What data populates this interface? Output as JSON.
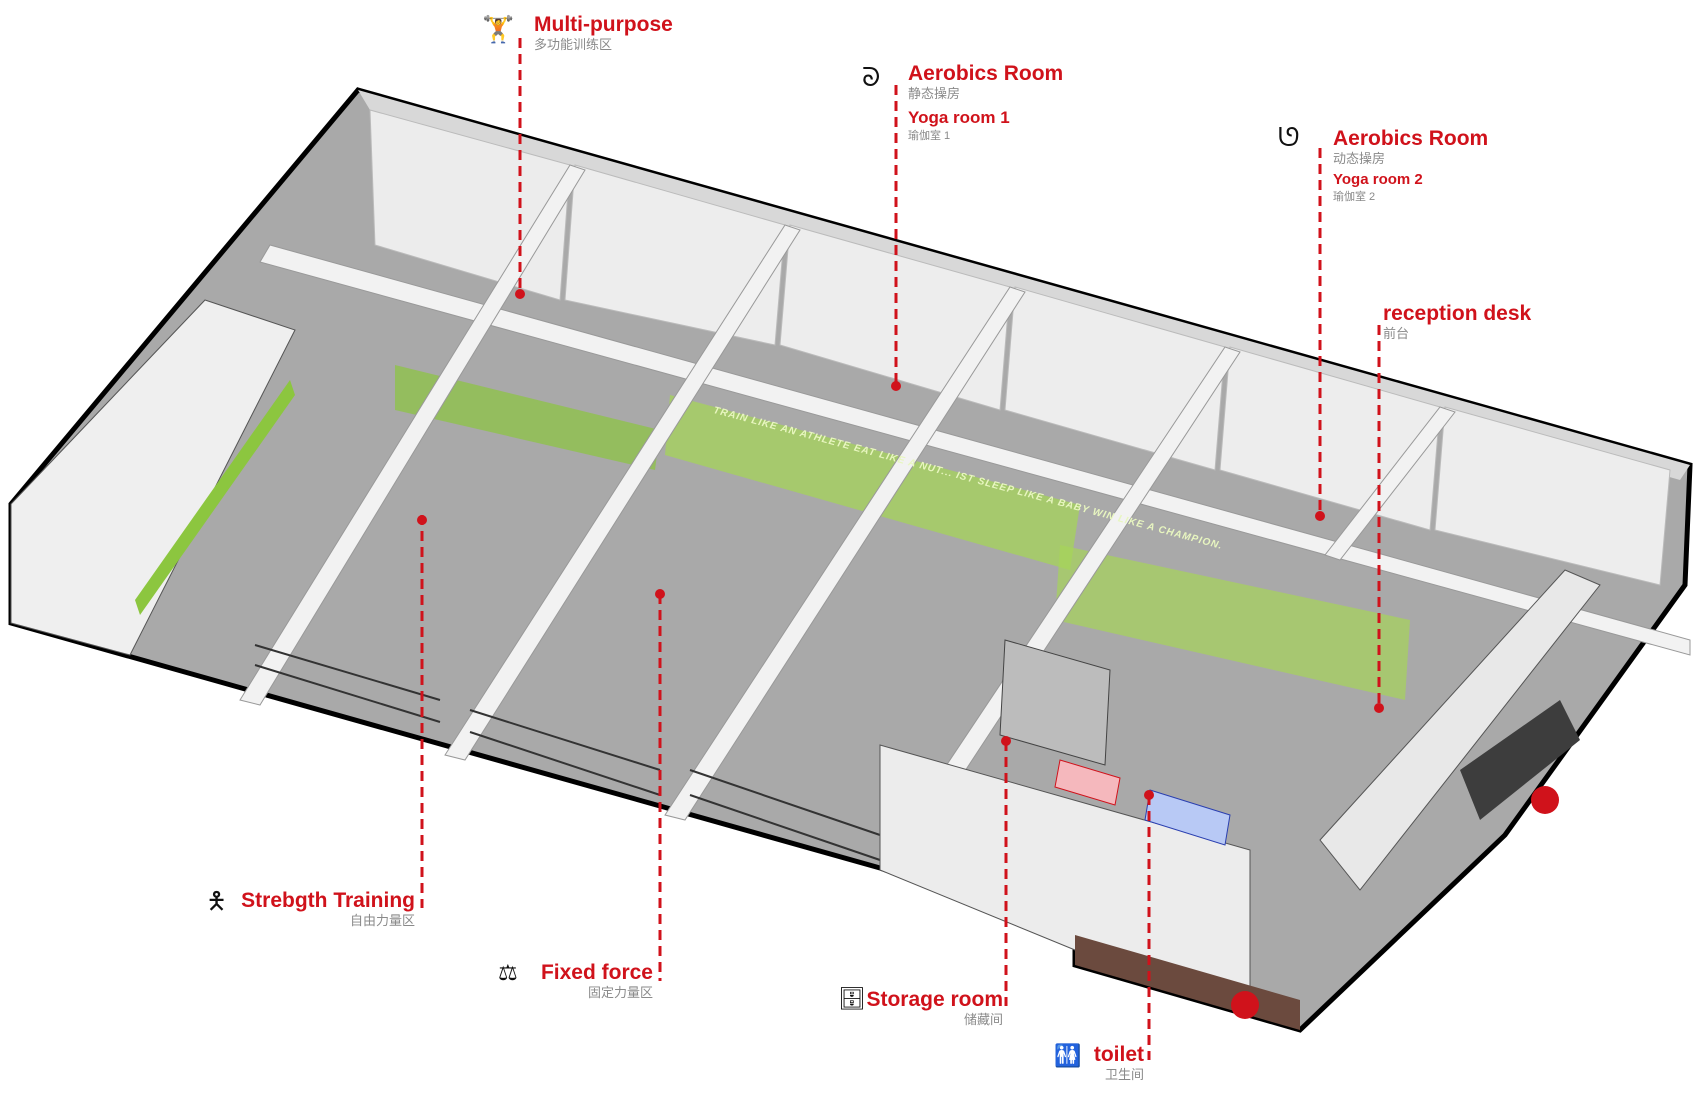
{
  "colors": {
    "accent": "#d0121b",
    "green": "#8cc63f",
    "wall": "#e6e6e6",
    "floor": "#9c9c9c",
    "cn_text": "#8a8a8a"
  },
  "wall_slogan": "TRAIN LIKE AN ATHLETE EAT LIKE A NUT... IST SLEEP LIKE A BABY WIN LIKE A CHAMPION.",
  "labels": {
    "multipurpose": {
      "icon": "barbell-rack-icon",
      "en": "Multi-purpose",
      "cn": "多功能训练区"
    },
    "aerobics1": {
      "icon": "yoga-pose-icon",
      "en": "Aerobics Room",
      "cn": "静态操房",
      "en2": "Yoga room 1",
      "cn2": "瑜伽室 1"
    },
    "aerobics2": {
      "icon": "stretch-pose-icon",
      "en": "Aerobics Room",
      "cn": "动态操房",
      "en2": "Yoga room 2",
      "cn2": "瑜伽室 2"
    },
    "reception": {
      "en": "reception desk",
      "cn": "前台"
    },
    "strength": {
      "icon": "person-lifting-icon",
      "en": "Strebgth Training",
      "cn": "自由力量区"
    },
    "fixed": {
      "icon": "weight-machine-icon",
      "en": "Fixed force",
      "cn": "固定力量区"
    },
    "storage": {
      "icon": "cabinet-icon",
      "en": "Storage room",
      "cn": "储藏间"
    },
    "toilet": {
      "icon": "restroom-icon",
      "en": "toilet",
      "cn": "卫生间"
    }
  }
}
